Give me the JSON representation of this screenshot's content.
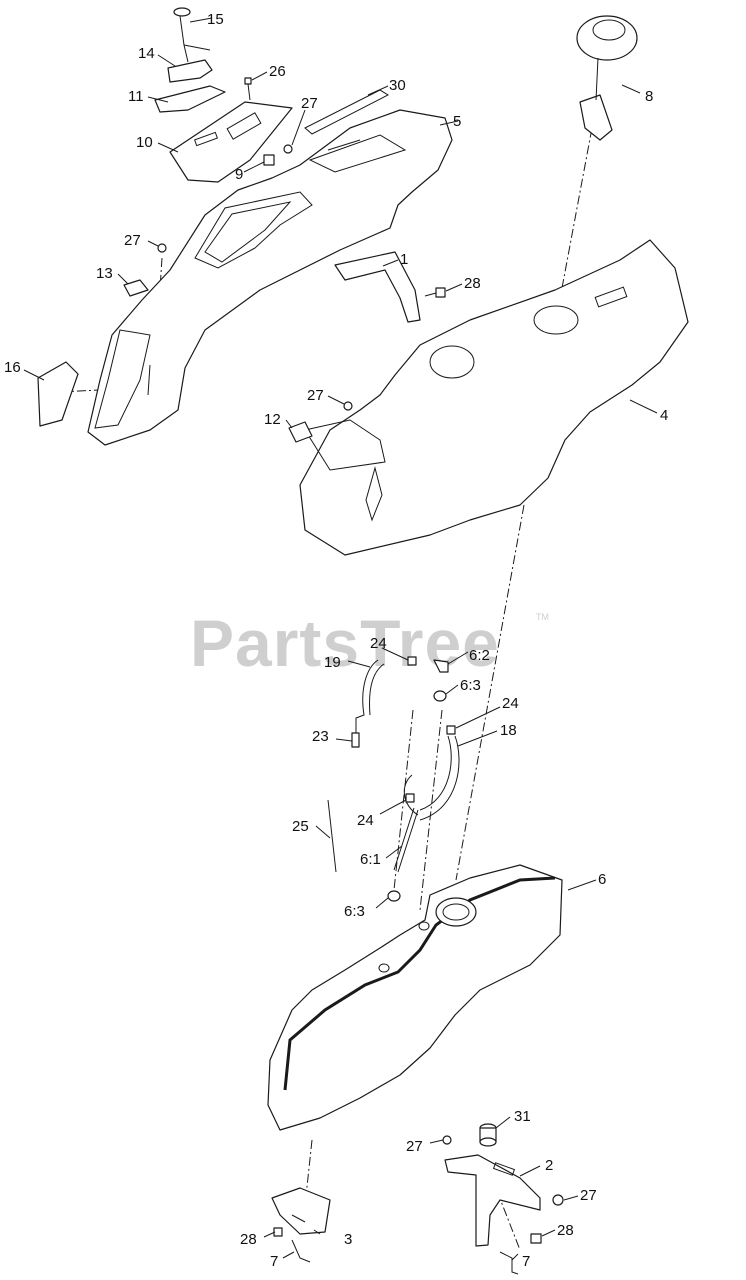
{
  "watermark": {
    "text": "PartsTree",
    "tm": "TM"
  },
  "callouts": {
    "c1": "1",
    "c2": "2",
    "c3": "3",
    "c4": "4",
    "c5": "5",
    "c6": "6",
    "c6_1": "6:1",
    "c6_2": "6:2",
    "c6_3a": "6:3",
    "c6_3b": "6:3",
    "c7a": "7",
    "c7b": "7",
    "c8": "8",
    "c9": "9",
    "c10": "10",
    "c11": "11",
    "c12": "12",
    "c13": "13",
    "c14": "14",
    "c15": "15",
    "c16": "16",
    "c18": "18",
    "c19": "19",
    "c23": "23",
    "c24a": "24",
    "c24b": "24",
    "c24c": "24",
    "c25": "25",
    "c26": "26",
    "c27a": "27",
    "c27b": "27",
    "c27c": "27",
    "c27d": "27",
    "c27e": "27",
    "c28a": "28",
    "c28b": "28",
    "c28c": "28",
    "c30": "30",
    "c31": "31"
  }
}
